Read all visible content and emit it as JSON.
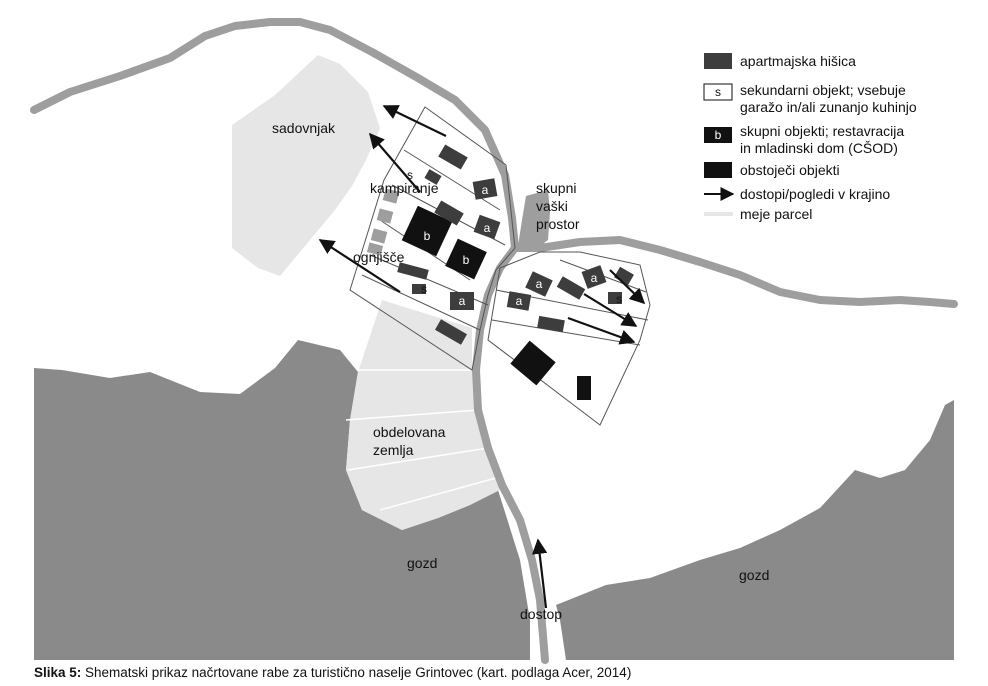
{
  "map": {
    "labels": {
      "sadovnjak": "sadovnjak",
      "kampiranje": "kampiranje",
      "ognjisce": "ognjišče",
      "skupni_line1": "skupni",
      "skupni_line2": "vaški",
      "skupni_line3": "prostor",
      "obdelovana_line1": "obdelovana",
      "obdelovana_line2": "zemlja",
      "gozd_left": "gozd",
      "gozd_right": "gozd",
      "dostop": "dostop"
    },
    "building_letters": {
      "apartment": "a",
      "shared": "b",
      "secondary": "s"
    },
    "colors": {
      "forest": "#8a8a8a",
      "field": "#e6e6e6",
      "road": "#9e9e9e",
      "apartment": "#3d3d3d",
      "existing": "#111111",
      "parcel_line": "#555555"
    }
  },
  "legend": {
    "items": [
      {
        "symbol": "",
        "line1": "apartmajska hišica",
        "line2": ""
      },
      {
        "symbol": "s",
        "line1": "sekundarni objekt; vsebuje",
        "line2": "garažo in/ali zunanjo kuhinjo"
      },
      {
        "symbol": "b",
        "line1": "skupni objekti; restavracija",
        "line2": "in mladinski dom (CŠOD)"
      },
      {
        "symbol": "",
        "line1": "obstoječi objekti",
        "line2": ""
      },
      {
        "symbol": "",
        "line1": "dostopi/pogledi v krajino",
        "line2": ""
      },
      {
        "symbol": "",
        "line1": "meje parcel",
        "line2": ""
      }
    ]
  },
  "caption": {
    "label": "Slika 5:",
    "text": " Shematski prikaz načrtovane rabe za turistično naselje Grintovec (kart. podlaga Acer, 2014)"
  }
}
